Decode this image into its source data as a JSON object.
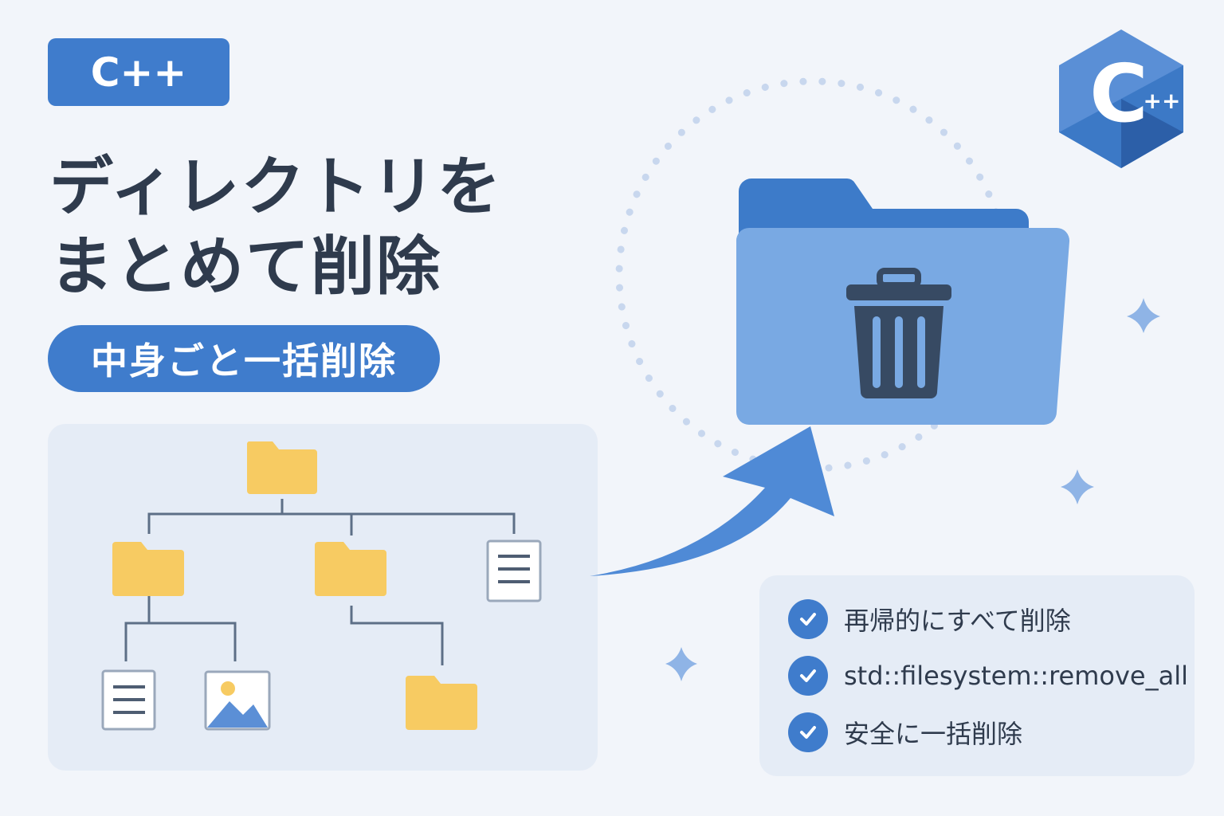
{
  "badge": {
    "label": "C++"
  },
  "title": {
    "line1": "ディレクトリを",
    "line2": "まとめて削除"
  },
  "subtitle": "中身ごと一括削除",
  "logo": {
    "letter": "C",
    "plus": "++"
  },
  "checklist": [
    {
      "text": "再帰的にすべて削除",
      "icon": "check-icon"
    },
    {
      "text": "std::filesystem::remove_all",
      "icon": "check-icon"
    },
    {
      "text": "安全に一括削除",
      "icon": "check-icon"
    }
  ],
  "colors": {
    "background": "#f2f5fa",
    "accent": "#3f7ccc",
    "folder_yellow": "#f7cb62",
    "panel": "#e5ecf6",
    "text_dark": "#2f3b4d"
  },
  "icons": {
    "tree": [
      "folder-icon",
      "document-icon",
      "image-icon"
    ],
    "main": [
      "folder-icon",
      "trash-icon"
    ],
    "decor": [
      "sparkle-icon",
      "arrow-icon"
    ]
  }
}
